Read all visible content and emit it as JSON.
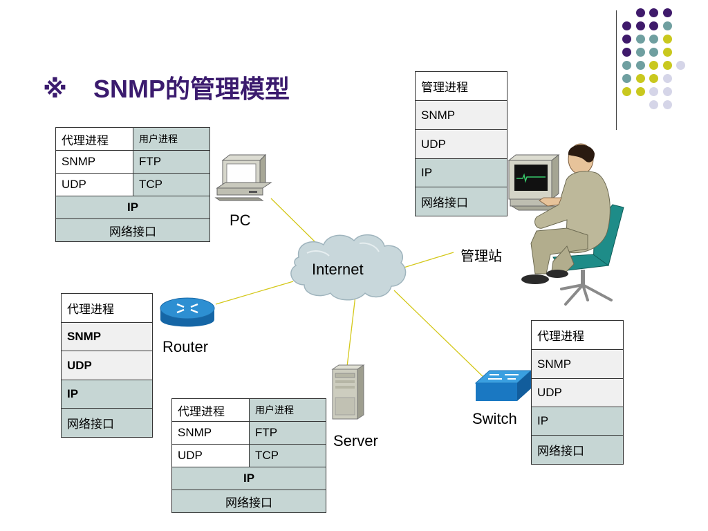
{
  "title": {
    "mark": "※",
    "text": "SNMP的管理模型"
  },
  "colors": {
    "title": "#3b1b6e",
    "purple": "#3f1a6b",
    "teal": "#6f9fa0",
    "yellow": "#c9c81e",
    "lavender": "#d5d5e8",
    "table_teal": "#c6d6d4",
    "link": "#d4c81a"
  },
  "internet": {
    "label": "Internet"
  },
  "pc": {
    "label": "PC",
    "stack": {
      "agent": "代理进程",
      "user": "用户进程",
      "snmp": "SNMP",
      "ftp": "FTP",
      "udp": "UDP",
      "tcp": "TCP",
      "ip": "IP",
      "netif": "网络接口"
    }
  },
  "manager": {
    "label": "管理站",
    "stack": {
      "process": "管理进程",
      "snmp": "SNMP",
      "udp": "UDP",
      "ip": "IP",
      "netif": "网络接口"
    }
  },
  "router": {
    "label": "Router",
    "stack": {
      "agent": "代理进程",
      "snmp": "SNMP",
      "udp": "UDP",
      "ip": "IP",
      "netif": "网络接口"
    }
  },
  "server": {
    "label": "Server",
    "stack": {
      "agent": "代理进程",
      "user": "用户进程",
      "snmp": "SNMP",
      "ftp": "FTP",
      "udp": "UDP",
      "tcp": "TCP",
      "ip": "IP",
      "netif": "网络接口"
    }
  },
  "switch": {
    "label": "Switch",
    "stack": {
      "agent": "代理进程",
      "snmp": "SNMP",
      "udp": "UDP",
      "ip": "IP",
      "netif": "网络接口"
    }
  }
}
